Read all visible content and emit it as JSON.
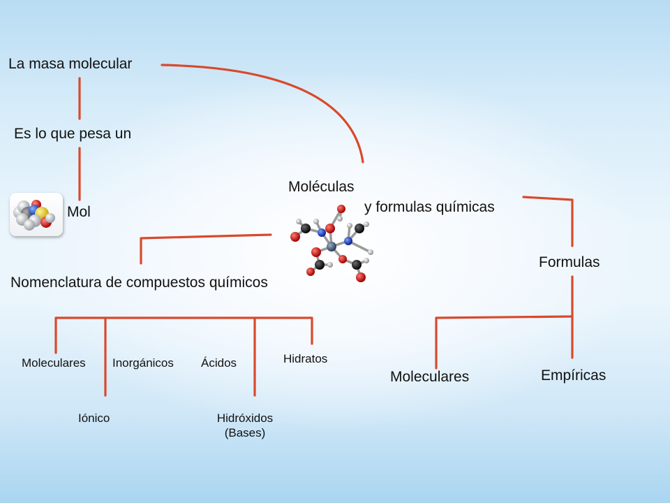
{
  "labels": {
    "masa_molecular": "La masa molecular",
    "pesa_un": "Es lo que pesa un",
    "mol": "Mol",
    "moleculas": "Moléculas",
    "formulas_quimicas": "y formulas químicas",
    "nomenclatura": "Nomenclatura de compuestos químicos",
    "formulas": "Formulas",
    "moleculares_comp": "Moleculares",
    "inorganicos": "Inorgánicos",
    "acidos": "Ácidos",
    "hidratos": "Hidratos",
    "ionico": "Iónico",
    "hidroxidos_1": "Hidróxidos",
    "hidroxidos_2": "(Bases)",
    "moleculares_form": "Moleculares",
    "empiricas": "Empíricas"
  },
  "colors": {
    "connector": "#d9492b",
    "text": "#111111"
  },
  "images": {
    "mol_icon": "space-filling-molecule-icon",
    "molecule_model": "ball-and-stick-molecule-model"
  }
}
